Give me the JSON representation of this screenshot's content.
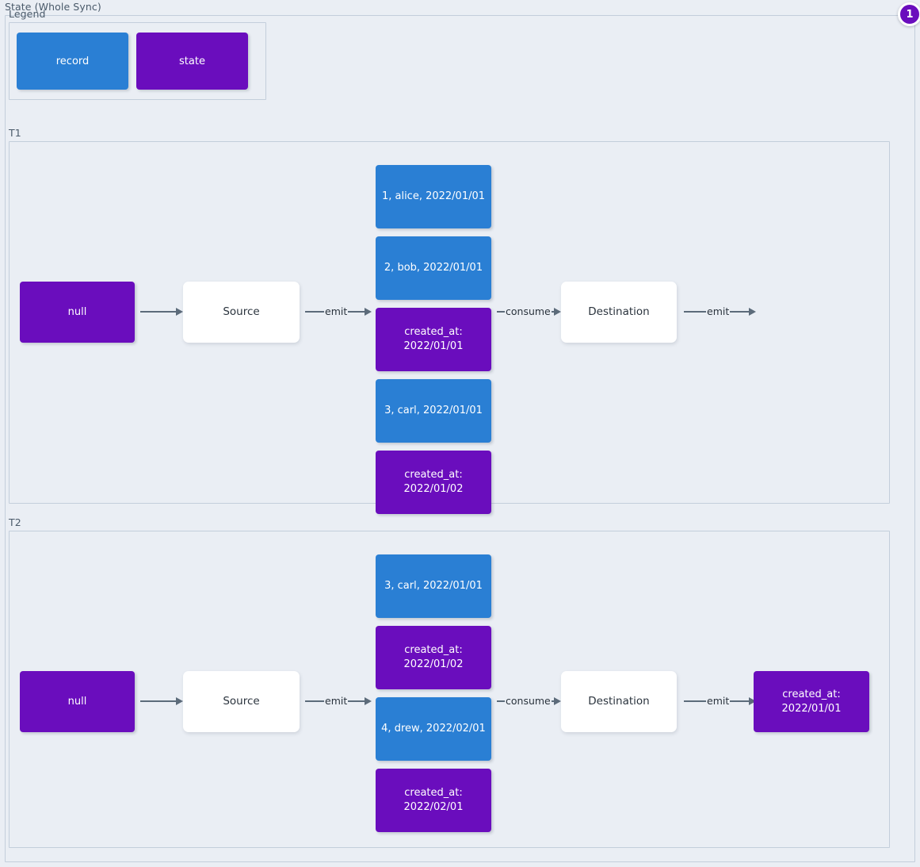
{
  "diagram": {
    "title": "State (Whole Sync)",
    "badge": "1",
    "accent_record": "#2a7fd4",
    "accent_state": "#6a0dbd",
    "background": "#eaeef4",
    "arrow_color": "#5c6b7a"
  },
  "legend": {
    "label": "Legend",
    "items": [
      {
        "label": "record",
        "color": "#2a7fd4"
      },
      {
        "label": "state",
        "color": "#6a0dbd"
      }
    ]
  },
  "sections": [
    {
      "label": "T1",
      "state_in": "null",
      "source": "Source",
      "destination": "Destination",
      "arrow_source_in": "",
      "arrow_emit": "emit",
      "arrow_consume": "consume",
      "arrow_dest_emit": "emit",
      "state_out": "",
      "stream": [
        {
          "kind": "record",
          "text": "1, alice, 2022/01/01"
        },
        {
          "kind": "record",
          "text": "2, bob, 2022/01/01"
        },
        {
          "kind": "state",
          "text": "created_at:\n2022/01/01"
        },
        {
          "kind": "record",
          "text": "3, carl, 2022/01/01"
        },
        {
          "kind": "state",
          "text": "created_at:\n2022/01/02"
        }
      ]
    },
    {
      "label": "T2",
      "state_in": "null",
      "source": "Source",
      "destination": "Destination",
      "arrow_source_in": "",
      "arrow_emit": "emit",
      "arrow_consume": "consume",
      "arrow_dest_emit": "emit",
      "state_out": "created_at:\n2022/01/01",
      "stream": [
        {
          "kind": "record",
          "text": "3, carl, 2022/01/01"
        },
        {
          "kind": "state",
          "text": "created_at:\n2022/01/02"
        },
        {
          "kind": "record",
          "text": "4, drew, 2022/02/01"
        },
        {
          "kind": "state",
          "text": "created_at:\n2022/02/01"
        }
      ]
    }
  ]
}
